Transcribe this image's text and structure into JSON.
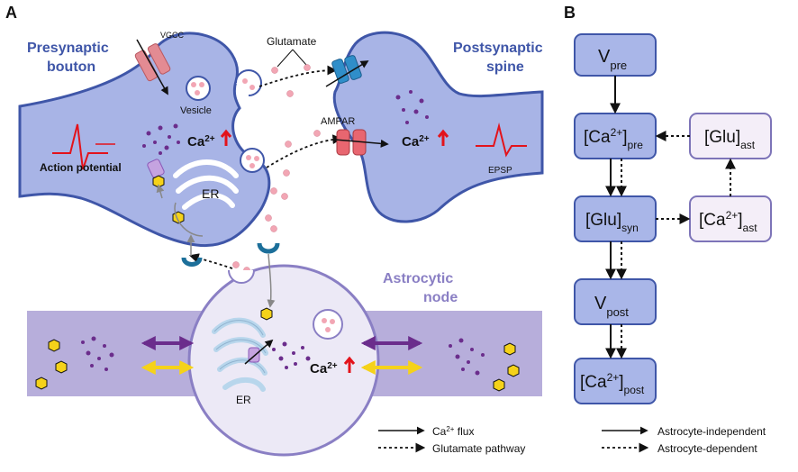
{
  "panel_a": {
    "letter": "A",
    "presynaptic_line1": "Presynaptic",
    "presynaptic_line2": "bouton",
    "postsynaptic_line1": "Postsynaptic",
    "postsynaptic_line2": "spine",
    "astro_line1": "Astrocytic",
    "astro_line2": "node",
    "vgcc": "VGCC",
    "glutamate": "Glutamate",
    "vesicle": "Vesicle",
    "ampar": "AMPAR",
    "ca_base": "Ca",
    "ca_sup": "2+",
    "action_potential": "Action  potential",
    "er": "ER",
    "epsp": "EPSP"
  },
  "panel_b": {
    "letter": "B",
    "nodes": {
      "vpre": {
        "main": "V",
        "sub": "pre"
      },
      "ca_pre": {
        "main": "[Ca",
        "sup": "2+",
        "close": "]",
        "sub": "pre"
      },
      "glu_ast": {
        "main": "[Glu]",
        "sub": "ast"
      },
      "glu_syn": {
        "main": "[Glu]",
        "sub": "syn"
      },
      "ca_ast": {
        "main": "[Ca",
        "sup": "2+",
        "close": "]",
        "sub": "ast"
      },
      "vpost": {
        "main": "V",
        "sub": "post"
      },
      "ca_post": {
        "main": "[Ca",
        "sup": "2+",
        "close": "]",
        "sub": "post"
      }
    }
  },
  "legend": {
    "ca_flux_base": "Ca",
    "ca_flux_sup": "2+",
    "ca_flux_rest": " flux",
    "glutamate_pathway": "Glutamate pathway",
    "astro_independent": "Astrocyte-independent",
    "astro_dependent": "Astrocyte-dependent"
  },
  "colors": {
    "neuron_fill": "#a8b4e6",
    "neuron_stroke": "#3f56a8",
    "astro_fill": "#b7aedb",
    "astro_node_fill": "#ece9f6",
    "label_blue": "#3f56a8",
    "label_purple": "#8a7fc4",
    "box_blue_fill": "#a9b6e8",
    "box_pink_fill": "#f4eef8",
    "box_stroke": "#3f56a8",
    "box_pink_stroke": "#7d74b8",
    "red": "#e3131b",
    "glutamate_pink": "#f2a6b4",
    "purple_arrow": "#6b2d8c",
    "yellow_arrow": "#f5d21a"
  }
}
